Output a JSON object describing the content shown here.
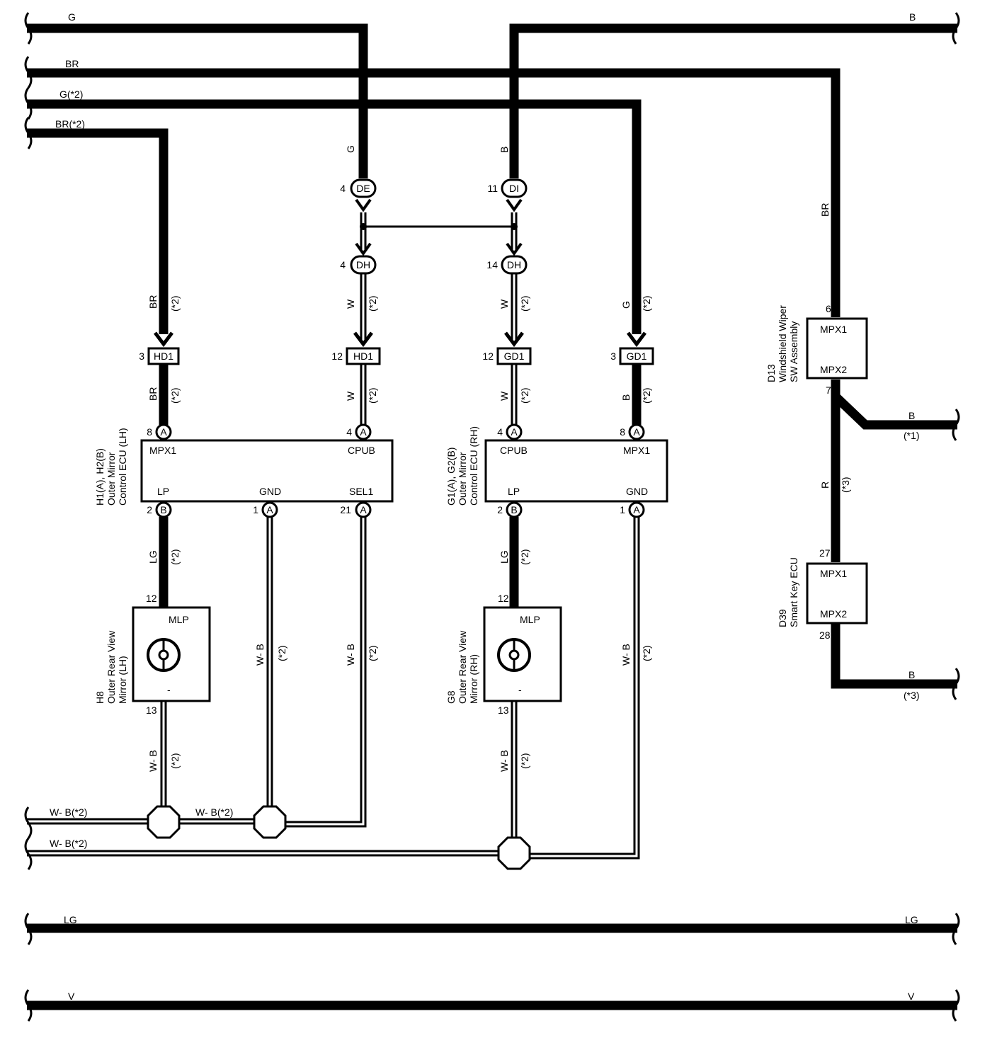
{
  "wires": {
    "g_top": "G",
    "b_top": "B",
    "br": "BR",
    "g2": "G(*2)",
    "br2": "BR(*2)",
    "lg": "LG",
    "lg_right": "LG",
    "v": "V",
    "v_right": "V",
    "wb2_a": "W- B(*2)",
    "wb2_b": "W- B(*2)",
    "wb2_c": "W- B(*2)",
    "b1_right": "B",
    "b1_note": "(*1)",
    "b3_right": "B",
    "b3_note": "(*3)"
  },
  "vertical_labels": {
    "g_de": "G",
    "b_di": "B",
    "br_d13": "BR",
    "br_hd1_top": "BR",
    "br_hd1_top_n": "(*2)",
    "w_hd1_top": "W",
    "w_hd1_top_n": "(*2)",
    "w_gd1_top": "W",
    "w_gd1_top_n": "(*2)",
    "g_gd1_top": "G",
    "g_gd1_top_n": "(*2)",
    "br_hd1_bot": "BR",
    "br_hd1_bot_n": "(*2)",
    "w_hd1_bot": "W",
    "w_hd1_bot_n": "(*2)",
    "w_gd1_bot": "W",
    "w_gd1_bot_n": "(*2)",
    "b_gd1_bot": "B",
    "b_gd1_bot_n": "(*2)",
    "lg_lh": "LG",
    "lg_lh_n": "(*2)",
    "lg_rh": "LG",
    "lg_rh_n": "(*2)",
    "wb_gnd_lh": "W- B",
    "wb_gnd_lh_n": "(*2)",
    "wb_sel": "W- B",
    "wb_sel_n": "(*2)",
    "wb_gnd_rh": "W- B",
    "wb_gnd_rh_n": "(*2)",
    "wb_h8": "W- B",
    "wb_h8_n": "(*2)",
    "wb_g8": "W- B",
    "wb_g8_n": "(*2)",
    "r_mid": "R",
    "r_mid_n": "(*3)"
  },
  "connectors": {
    "de": {
      "pin": "4",
      "name": "DE"
    },
    "di": {
      "pin": "11",
      "name": "DI"
    },
    "dh_l": {
      "pin": "4",
      "name": "DH"
    },
    "dh_r": {
      "pin": "14",
      "name": "DH"
    },
    "hd1_a": {
      "pin": "3",
      "name": "HD1"
    },
    "hd1_b": {
      "pin": "12",
      "name": "HD1"
    },
    "gd1_a": {
      "pin": "12",
      "name": "GD1"
    },
    "gd1_b": {
      "pin": "3",
      "name": "GD1"
    }
  },
  "ecu_lh": {
    "label_lines": [
      "H1(A), H2(B)",
      "Outer Mirror",
      "Control ECU (LH)"
    ],
    "terminals": {
      "mpx1": "MPX1",
      "cpub": "CPUB",
      "lp": "LP",
      "gnd": "GND",
      "sel1": "SEL1"
    },
    "pins": {
      "mpx1": {
        "num": "8",
        "letter": "A"
      },
      "cpub": {
        "num": "4",
        "letter": "A"
      },
      "lp": {
        "num": "2",
        "letter": "B"
      },
      "gnd": {
        "num": "1",
        "letter": "A"
      },
      "sel1": {
        "num": "21",
        "letter": "A"
      }
    }
  },
  "ecu_rh": {
    "label_lines": [
      "G1(A), G2(B)",
      "Outer Mirror",
      "Control ECU (RH)"
    ],
    "terminals": {
      "cpub": "CPUB",
      "mpx1": "MPX1",
      "lp": "LP",
      "gnd": "GND"
    },
    "pins": {
      "cpub": {
        "num": "4",
        "letter": "A"
      },
      "mpx1": {
        "num": "8",
        "letter": "A"
      },
      "lp": {
        "num": "2",
        "letter": "B"
      },
      "gnd": {
        "num": "1",
        "letter": "A"
      }
    }
  },
  "mirror_lh": {
    "label_lines": [
      "H8",
      "Outer Rear View",
      "Mirror (LH)"
    ],
    "term_top": "MLP",
    "term_bot": "-",
    "pin_top": "12",
    "pin_bot": "13"
  },
  "mirror_rh": {
    "label_lines": [
      "G8",
      "Outer Rear View",
      "Mirror (RH)"
    ],
    "term_top": "MLP",
    "term_bot": "-",
    "pin_top": "12",
    "pin_bot": "13"
  },
  "d13": {
    "label_lines": [
      "D13",
      "Windshield Wiper",
      "SW Assembly"
    ],
    "term_top": "MPX1",
    "term_bot": "MPX2",
    "pin_top": "6",
    "pin_bot": "7"
  },
  "d39": {
    "label_lines": [
      "D39",
      "Smart Key ECU"
    ],
    "term_top": "MPX1",
    "term_bot": "MPX2",
    "pin_top": "27",
    "pin_bot": "28"
  },
  "colors": {
    "wire": "#000000",
    "background": "#ffffff"
  }
}
